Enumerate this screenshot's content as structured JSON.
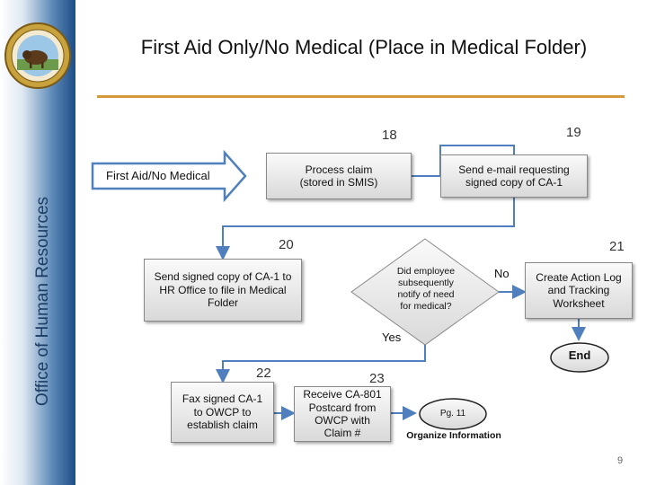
{
  "sidebar": {
    "org_name": "Office of Human Resources"
  },
  "title": "First Aid Only/No Medical (Place in Medical Folder)",
  "steps": {
    "n18": "18",
    "n19": "19",
    "n20": "20",
    "n21": "21",
    "n22": "22",
    "n23": "23",
    "start_arrow": "First Aid/No Medical",
    "process_claim": "Process claim\n(stored in SMIS)",
    "send_email": "Send e-mail requesting\nsigned copy of CA-1",
    "send_signed": "Send signed copy of CA-1 to\nHR Office to file in Medical\nFolder",
    "decision": "Did employee\nsubsequently\nnotify of need\nfor medical?",
    "no_label": "No",
    "yes_label": "Yes",
    "action_log": "Create Action Log\nand Tracking\nWorksheet",
    "end": "End",
    "fax": "Fax signed CA-1\nto OWCP to\nestablish claim",
    "receive": "Receive CA-801\nPostcard from\nOWCP with\nClaim #",
    "page_ref": "Pg. 11",
    "organize": "Organize Information"
  },
  "page_number": "9",
  "colors": {
    "accent_rule": "#d49a3a",
    "sidebar_dark": "#1e4d86",
    "arrow": "#4f80bd"
  },
  "icons": {
    "seal": "department-seal-icon"
  }
}
